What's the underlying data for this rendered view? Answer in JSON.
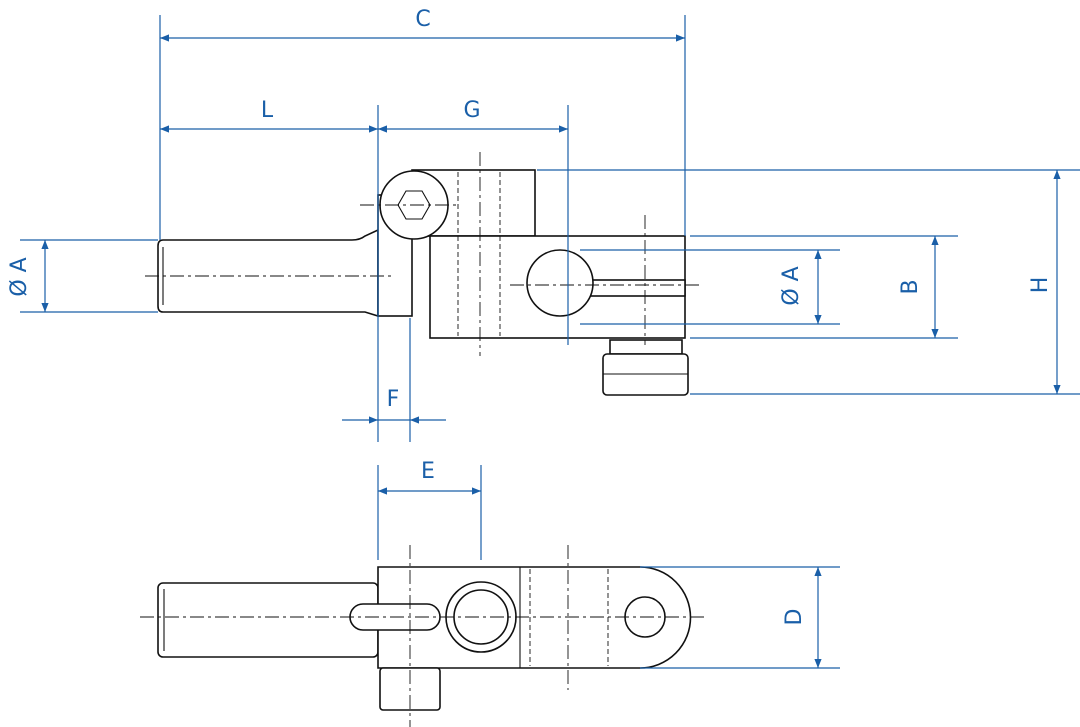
{
  "drawing": {
    "title": "Swivel clamp connector dimension drawing",
    "dimension_color": "#1a5fa8",
    "labels": {
      "c": "C",
      "l": "L",
      "g": "G",
      "a_left": "Ø A",
      "a_right": "Ø A",
      "b": "B",
      "h": "H",
      "f": "F",
      "e": "E",
      "d": "D"
    }
  }
}
